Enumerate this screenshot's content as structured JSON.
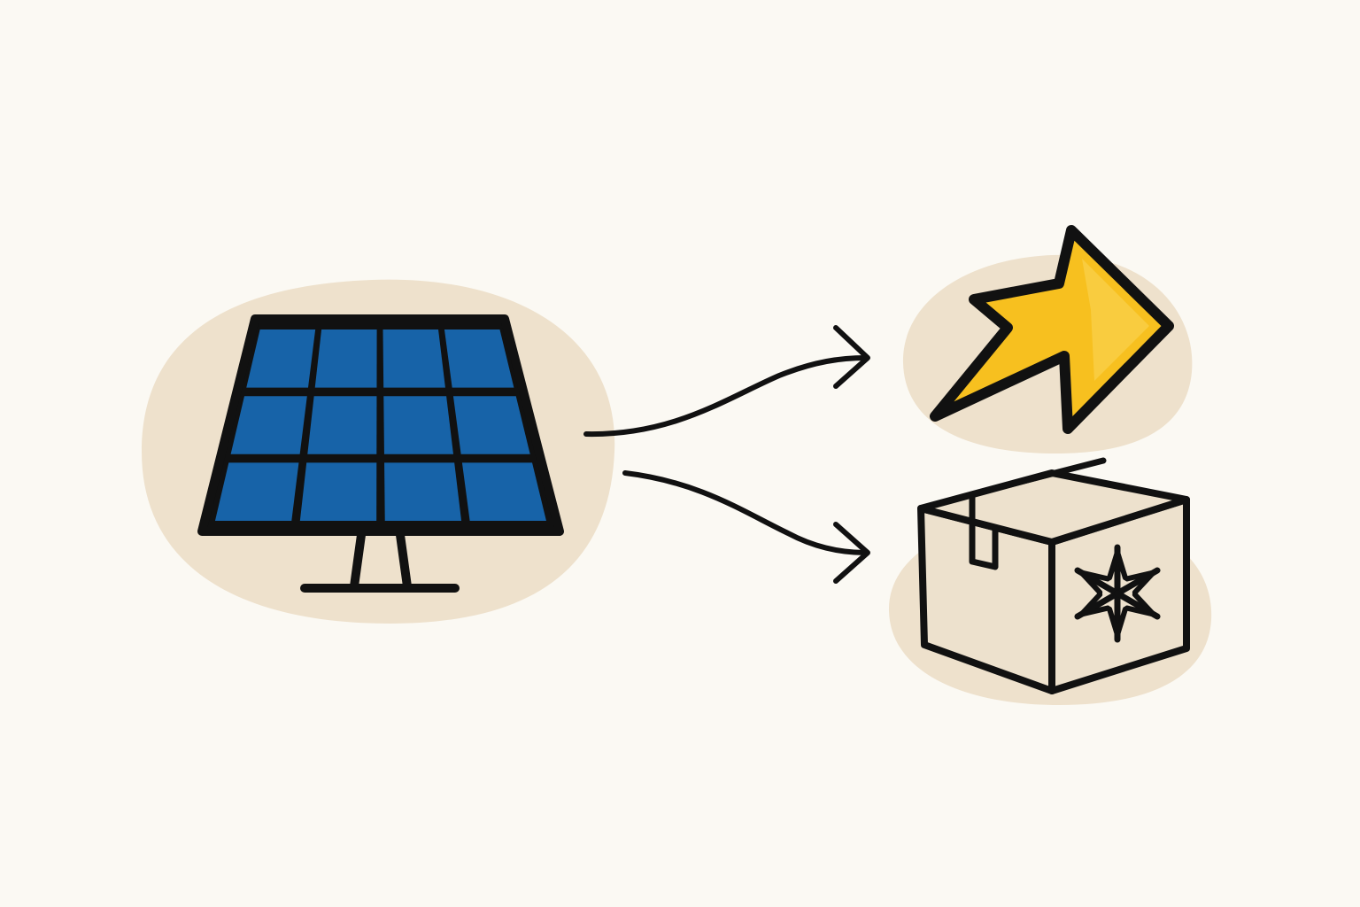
{
  "diagram": {
    "nodes": [
      {
        "id": "source",
        "icon": "solar-panel-icon"
      },
      {
        "id": "output-energy",
        "icon": "lightning-arrow-icon"
      },
      {
        "id": "output-storage",
        "icon": "cold-storage-box-icon"
      }
    ],
    "edges": [
      {
        "from": "source",
        "to": "output-energy"
      },
      {
        "from": "source",
        "to": "output-storage"
      }
    ]
  },
  "colors": {
    "background": "#fbf9f3",
    "blob": "#eee1cc",
    "panel_cell": "#1763a8",
    "arrow_fill": "#f7c01f",
    "arrow_highlight": "#fbd55a",
    "box_fill": "#ede1cd",
    "stroke": "#111111"
  }
}
